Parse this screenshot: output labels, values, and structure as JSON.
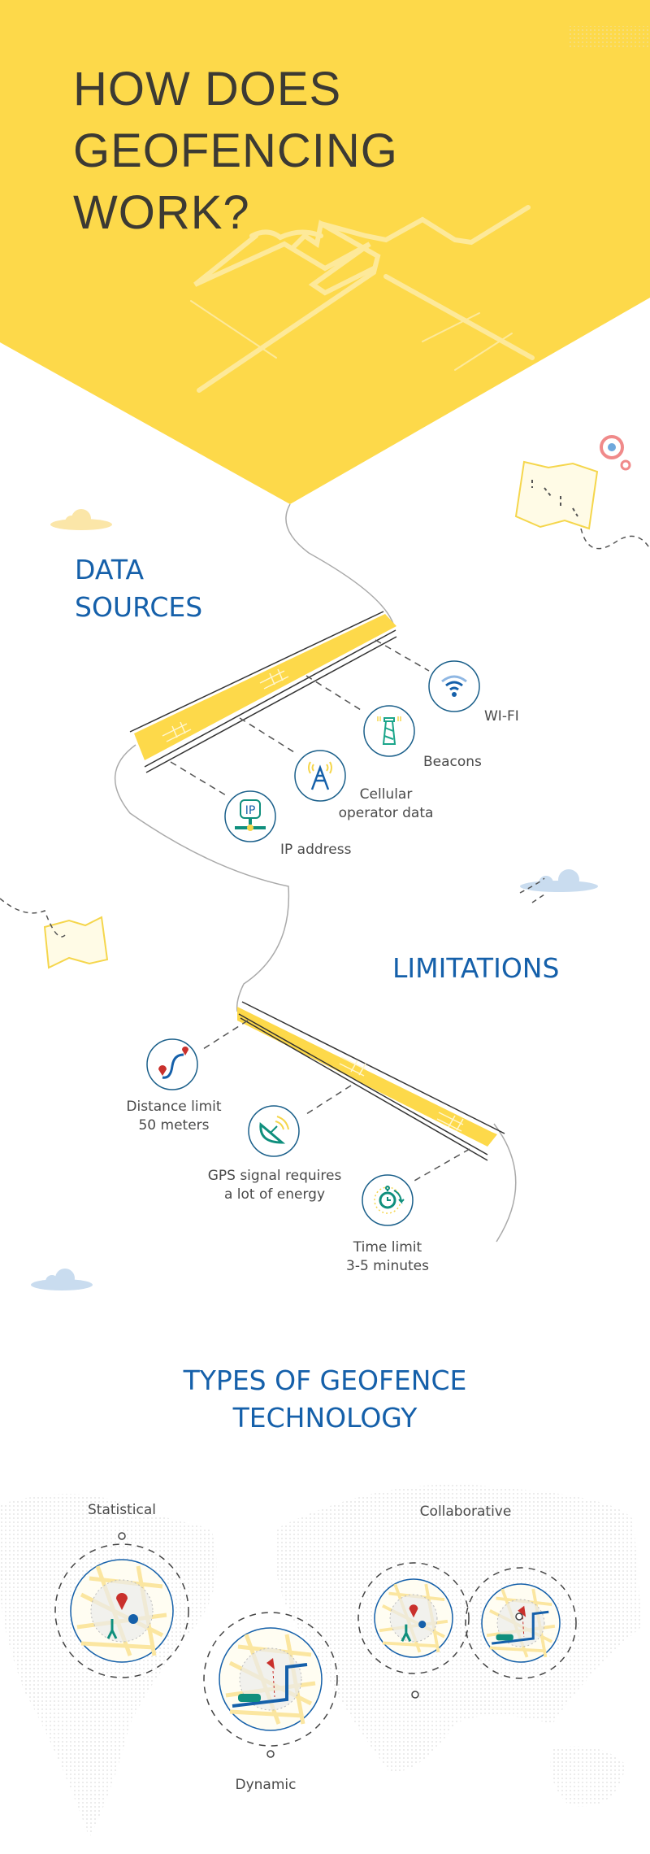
{
  "title": {
    "line1": "HOW DOES",
    "line2": "GEOFENCING",
    "line3": "WORK?"
  },
  "data_sources": {
    "heading_line1": "DATA",
    "heading_line2": "SOURCES",
    "items": [
      {
        "label": "WI-FI",
        "icon": "wifi-icon"
      },
      {
        "label": "Beacons",
        "icon": "lighthouse-icon"
      },
      {
        "label_line1": "Cellular",
        "label_line2": "operator data",
        "icon": "cell-tower-icon"
      },
      {
        "label": "IP address",
        "icon": "ip-network-icon"
      }
    ]
  },
  "limitations": {
    "heading": "LIMITATIONS",
    "items": [
      {
        "label_line1": "Distance limit",
        "label_line2": "50 meters",
        "icon": "route-pins-icon"
      },
      {
        "label_line1": "GPS signal requires",
        "label_line2": "a lot of energy",
        "icon": "satellite-dish-icon"
      },
      {
        "label_line1": "Time limit",
        "label_line2": "3-5 minutes",
        "icon": "stopwatch-icon"
      }
    ]
  },
  "types": {
    "heading_line1": "TYPES OF GEOFENCE",
    "heading_line2": "TECHNOLOGY",
    "items": [
      {
        "label": "Statistical"
      },
      {
        "label": "Dynamic"
      },
      {
        "label": "Collaborative"
      }
    ]
  },
  "colors": {
    "yellow": "#fdd94a",
    "blue": "#1560aa",
    "teal": "#0f8f7d",
    "text": "#3c3a33",
    "red": "#c9302c"
  }
}
